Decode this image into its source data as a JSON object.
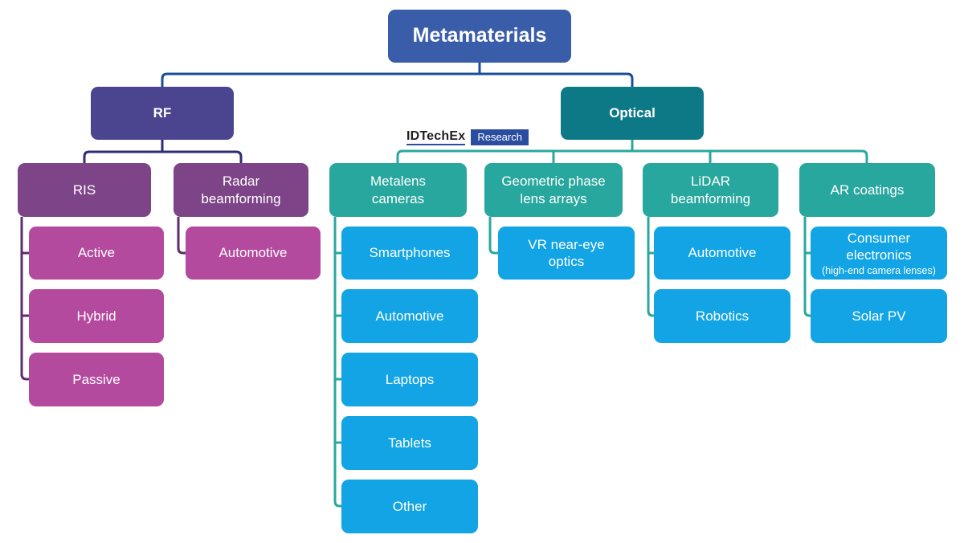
{
  "logo": {
    "brand": "IDTechEx",
    "badge": "Research"
  },
  "colors": {
    "root_box": "#3a5da9",
    "rf_box": "#4b448f",
    "optical_box": "#0d7987",
    "rf_sub_box": "#7d4587",
    "rf_leaf_box": "#b44a9d",
    "optical_sub_box": "#28a79e",
    "optical_leaf_box": "#12a4e4",
    "root_connector": "#1c4d9c",
    "rf_connector": "#2e2c74",
    "rf_leaf_connector": "#5c2e6b",
    "optical_connector": "#2aa79f",
    "logo_accent": "#2b4da0"
  },
  "tree": {
    "root": "Metamaterials",
    "rf": {
      "label": "RF",
      "ris": {
        "label": "RIS",
        "children": [
          "Active",
          "Hybrid",
          "Passive"
        ]
      },
      "radar": {
        "label": "Radar beamforming",
        "children": [
          "Automotive"
        ]
      }
    },
    "optical": {
      "label": "Optical",
      "metalens": {
        "label": "Metalens cameras",
        "children": [
          "Smartphones",
          "Automotive",
          "Laptops",
          "Tablets",
          "Other"
        ]
      },
      "geometric": {
        "label": "Geometric phase lens arrays",
        "children": [
          "VR near-eye optics"
        ]
      },
      "lidar": {
        "label": "LiDAR beamforming",
        "children": [
          "Automotive",
          "Robotics"
        ]
      },
      "ar": {
        "label": "AR coatings",
        "children": [
          "Consumer electronics",
          "Solar PV"
        ],
        "note": "(high-end camera lenses)"
      }
    }
  }
}
